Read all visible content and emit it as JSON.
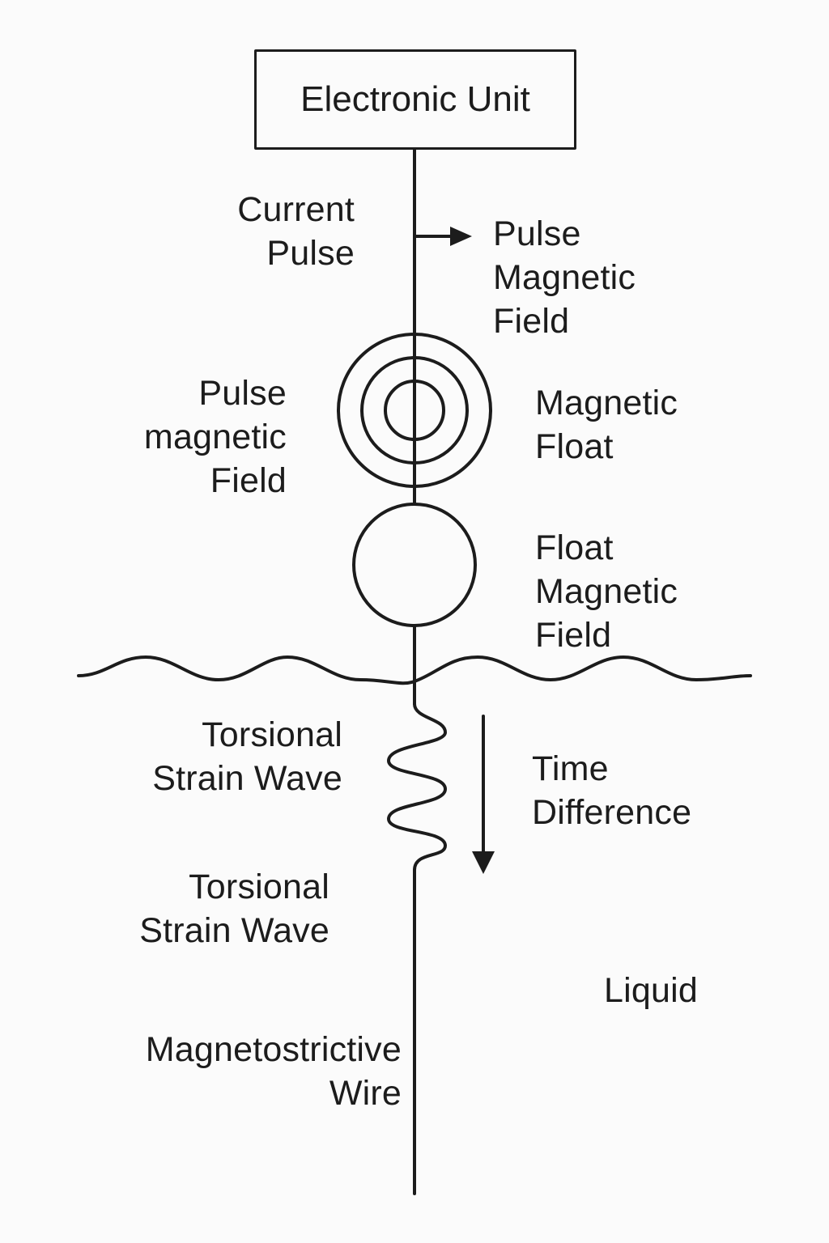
{
  "diagram": {
    "title": "Magnetostrictive level sensor principle",
    "electronic_unit": "Electronic Unit",
    "labels": {
      "current_pulse": "Current\nPulse",
      "pulse_magnetic_field_right": "Pulse\nMagnetic\nField",
      "pulse_magnetic_field_left": "Pulse\nmagnetic\nField",
      "magnetic_float": "Magnetic\nFloat",
      "float_magnetic_field": "Float\nMagnetic\nField",
      "torsional_strain_wave_1": "Torsional\nStrain Wave",
      "time_difference": "Time\nDifference",
      "torsional_strain_wave_2": "Torsional\nStrain Wave",
      "liquid": "Liquid",
      "magnetostrictive_wire": "Magnetostrictive\nWire"
    },
    "stroke_color": "#1c1c1c",
    "background_color": "#fbfbfb"
  }
}
